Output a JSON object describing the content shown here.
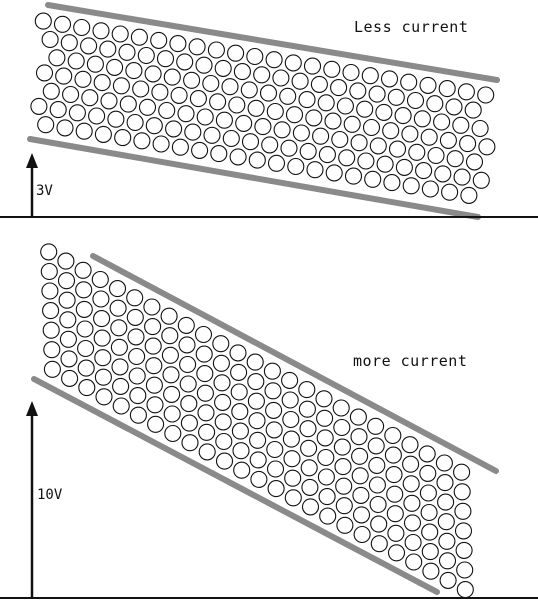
{
  "colors": {
    "wall": "#8a8a8a",
    "ink": "#111111",
    "circle_fill": "#ffffff",
    "background": "#ffffff"
  },
  "panels": [
    {
      "caption": "Less current",
      "voltage_label": "3V"
    },
    {
      "caption": "more current",
      "voltage_label": "10V"
    }
  ]
}
